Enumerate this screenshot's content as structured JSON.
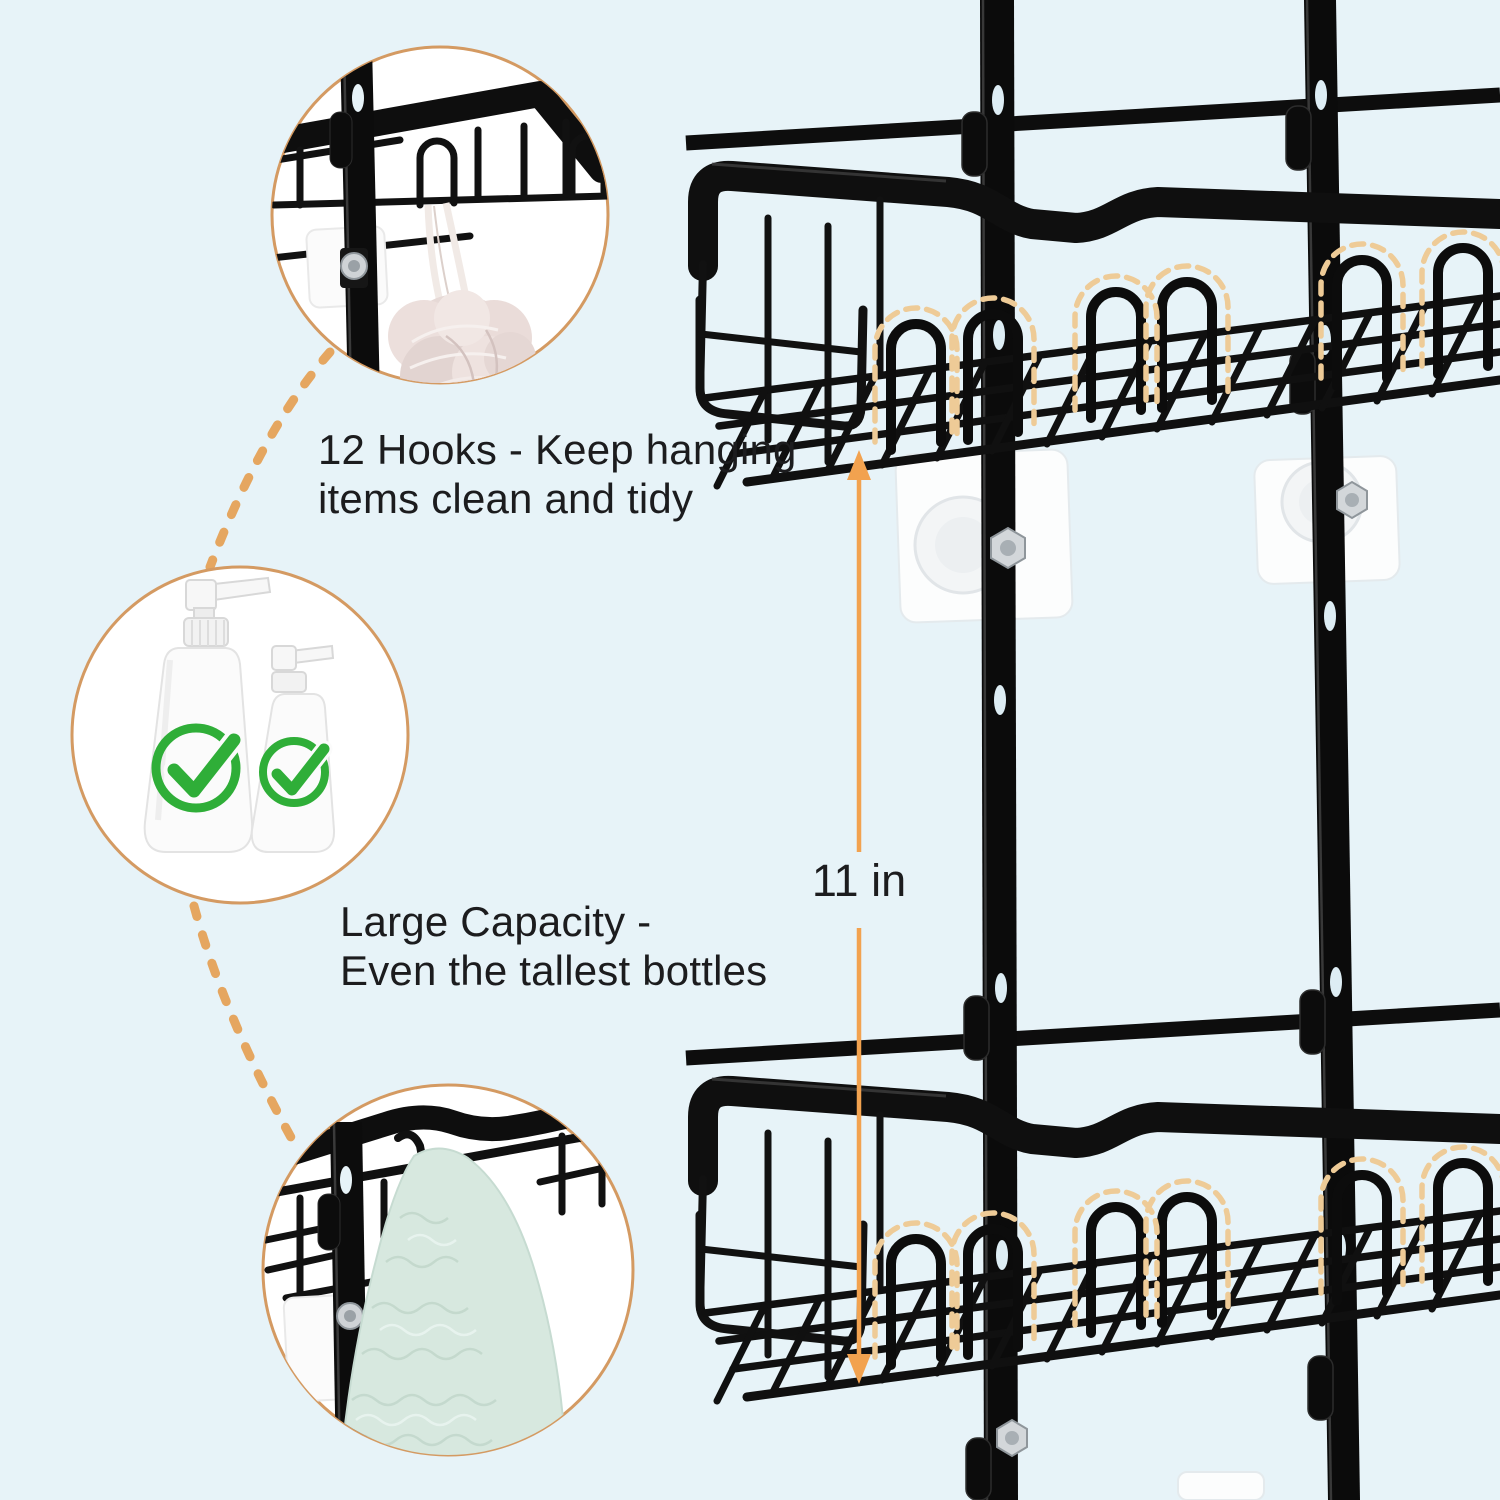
{
  "page": {
    "background": "#e7f3f8",
    "type_label": "product-feature-infographic"
  },
  "palette": {
    "accent_arrow_orange": "#f2a24f",
    "connector_dash_tan": "#e5a660",
    "circle_ring_gold": "#d49a62",
    "hook_highlight_tan": "#eecb97",
    "check_green": "#2fae38",
    "towel_mint": "#d7e8df",
    "loofah_pink": "#e8dbd8",
    "metal_black": "#0d0d0d",
    "pad_white": "#fcfdfd",
    "text_dark": "#1c1c1e"
  },
  "callouts": [
    {
      "id": "hooks",
      "icon": "loofah-on-hook-photo",
      "caption_line1": "12 Hooks - Keep hanging",
      "caption_line2": "items clean and tidy"
    },
    {
      "id": "capacity",
      "icon": "pump-bottles-approved-photo",
      "caption_line1": "Large Capacity -",
      "caption_line2": "Even the tallest bottles"
    },
    {
      "id": "towel",
      "icon": "towel-on-hook-photo"
    }
  ],
  "measurement": {
    "label": "11 in"
  }
}
